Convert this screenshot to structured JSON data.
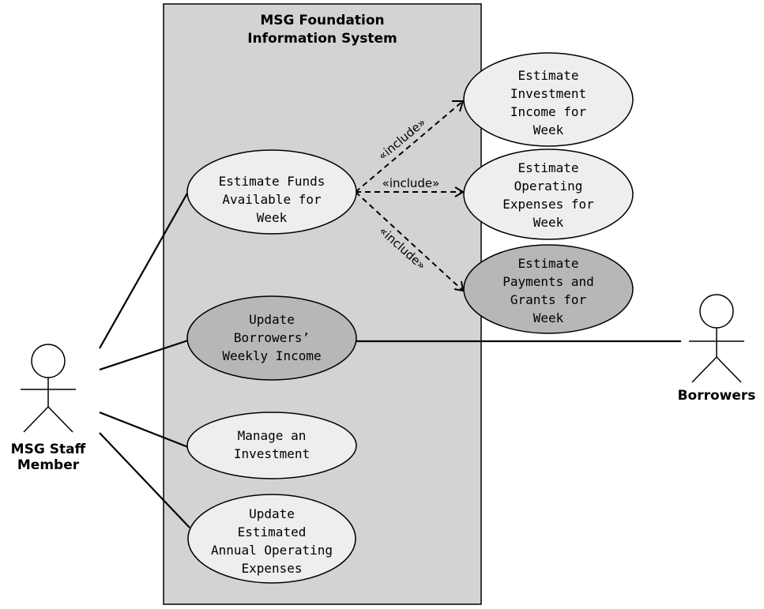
{
  "system": {
    "title_lines": [
      "MSG Foundation",
      "Information System"
    ],
    "fill_color": "#d3d3d3"
  },
  "actors": {
    "staff": {
      "label_lines": [
        "MSG Staff",
        "Member"
      ]
    },
    "borrowers": {
      "label_lines": [
        "Borrowers"
      ]
    }
  },
  "use_cases": {
    "estimate_funds": {
      "lines": [
        "Estimate Funds",
        "Available for",
        "Week"
      ],
      "fill": "#eeeeee"
    },
    "estimate_investment_income": {
      "lines": [
        "Estimate",
        "Investment",
        "Income for",
        "Week"
      ],
      "fill": "#eeeeee"
    },
    "estimate_operating_expenses": {
      "lines": [
        "Estimate",
        "Operating",
        "Expenses for",
        "Week"
      ],
      "fill": "#eeeeee"
    },
    "estimate_payments_grants": {
      "lines": [
        "Estimate",
        "Payments and",
        "Grants for",
        "Week"
      ],
      "fill": "#b7b7b7"
    },
    "update_borrowers_income": {
      "lines": [
        "Update",
        "Borrowers’",
        "Weekly Income"
      ],
      "fill": "#b7b7b7"
    },
    "manage_investment": {
      "lines": [
        "Manage an",
        "Investment"
      ],
      "fill": "#eeeeee"
    },
    "update_annual_expenses": {
      "lines": [
        "Update",
        "Estimated",
        "Annual Operating",
        "Expenses"
      ],
      "fill": "#eeeeee"
    }
  },
  "relationships": {
    "include_label": "«include»"
  }
}
